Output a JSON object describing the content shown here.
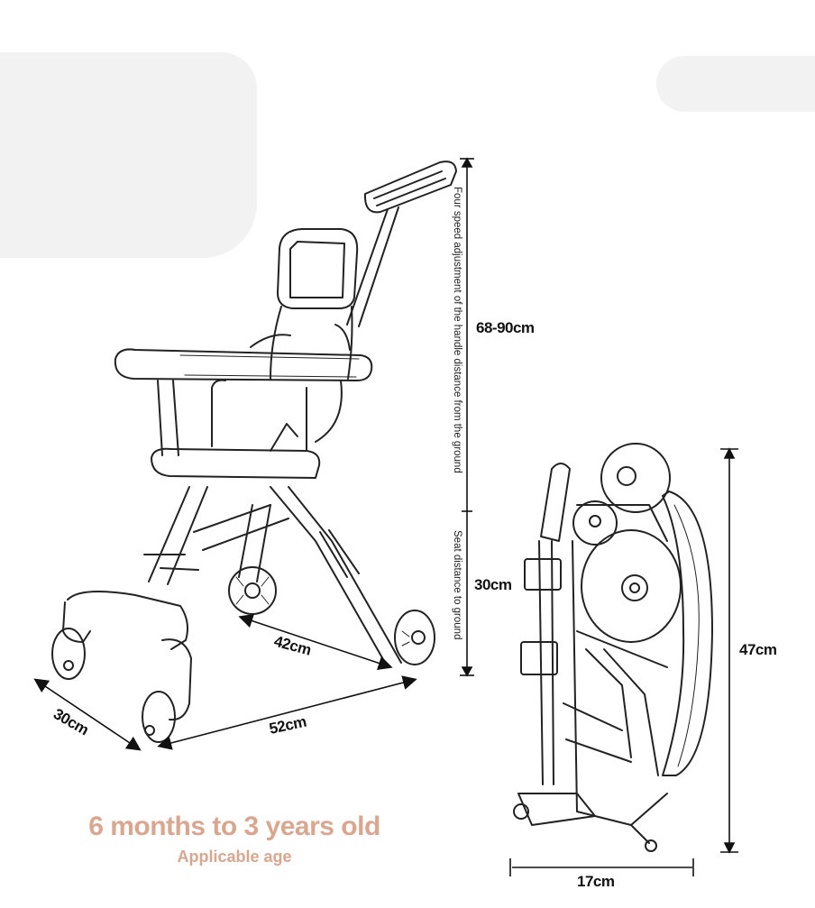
{
  "dimensions": {
    "handle_height": "68-90cm",
    "handle_note": "Four speed adjustment of the handle distance from the ground",
    "seat_height": "30cm",
    "seat_note": "Seat distance to ground",
    "wheel_gap": "42cm",
    "front_width": "30cm",
    "length": "52cm",
    "folded_height": "47cm",
    "folded_depth": "17cm"
  },
  "age": {
    "title": "6 months to 3 years old",
    "subtitle": "Applicable age"
  },
  "colors": {
    "accent": "#d9a690",
    "line": "#111111",
    "background_shape": "#f2f2f2"
  }
}
